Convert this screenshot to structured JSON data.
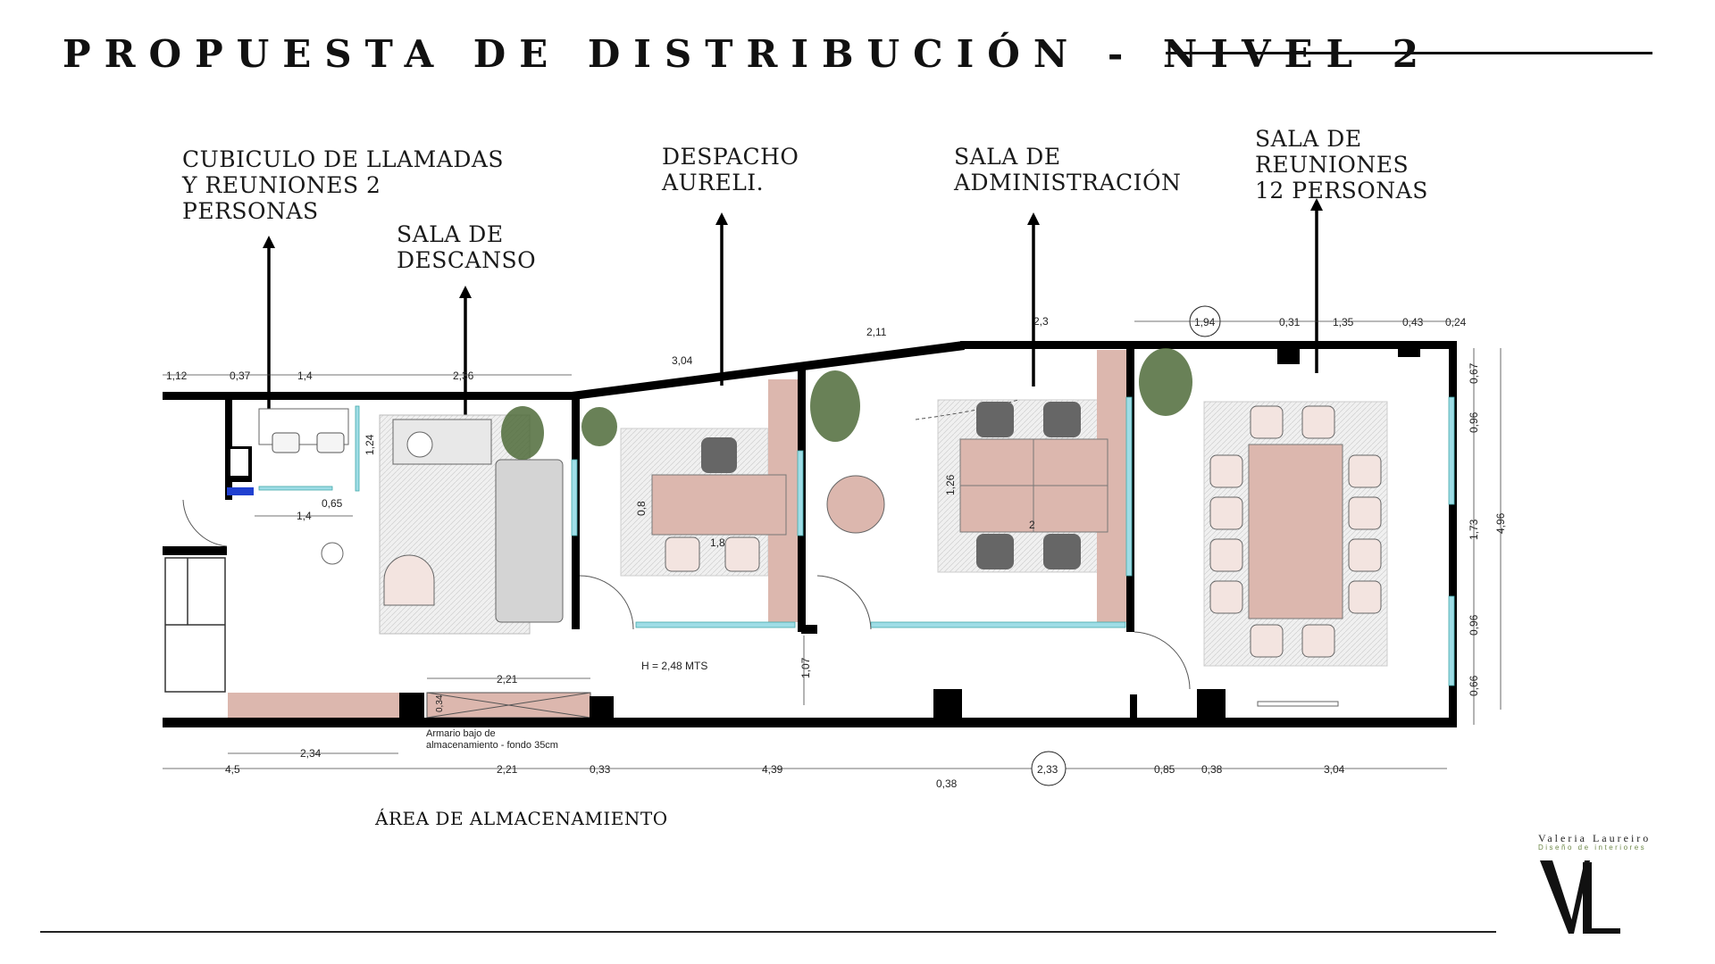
{
  "title": "PROPUESTA DE DISTRIBUCIÓN - NIVEL 2",
  "rooms": [
    {
      "lines": [
        "CUBICULO DE LLAMADAS",
        "Y REUNIONES 2",
        "PERSONAS"
      ]
    },
    {
      "lines": [
        "SALA DE",
        "DESCANSO"
      ]
    },
    {
      "lines": [
        "DESPACHO",
        "AURELI."
      ]
    },
    {
      "lines": [
        "SALA DE",
        "ADMINISTRACIÓN"
      ]
    },
    {
      "lines": [
        "SALA DE",
        "REUNIONES",
        "12 PERSONAS"
      ]
    }
  ],
  "storage_area": "ÁREA DE ALMACENAMIENTO",
  "height_note": "H = 2,48 MTS",
  "wardrobe_note": [
    "Armario bajo de",
    "almacenamiento - fondo 35cm"
  ],
  "dimensions": {
    "top_left": [
      "1,12",
      "0,37",
      "1,4",
      "2,36"
    ],
    "top_slanted": [
      "3,04",
      "2,11"
    ],
    "top_right": [
      "2,3",
      "1,94",
      "0,31",
      "1,35",
      "0,43",
      "0,24"
    ],
    "cubicle_height": "1,24",
    "cubicle_door": "0,65",
    "cubicle_width": "1,4",
    "desk_depth": "0,8",
    "desk_width": "1,8",
    "admin_desk_depth": "1,26",
    "admin_desk_width": "2",
    "corridor_depth": "1,07",
    "wardrobe_width": "2,21",
    "wardrobe_small": "0,34",
    "bottom_inner": "2,34",
    "bottom": [
      "4,5",
      "2,21",
      "0,33",
      "4,39",
      "0,38",
      "2,33",
      "0,85",
      "0,38",
      "3,04"
    ],
    "right_side": [
      "0,67",
      "0,96",
      "1,73",
      "0,96",
      "0,66"
    ],
    "right_total": "4,96"
  },
  "logo": {
    "name": "Valeria Laureiro",
    "subtitle": "Diseño de interiores",
    "mark": "VL"
  },
  "colors": {
    "wall": "#000000",
    "accent_pink": "#dcb7ae",
    "window": "#9fdde6",
    "rug": "#e6e6e6",
    "plant": "#4f6b3a"
  }
}
